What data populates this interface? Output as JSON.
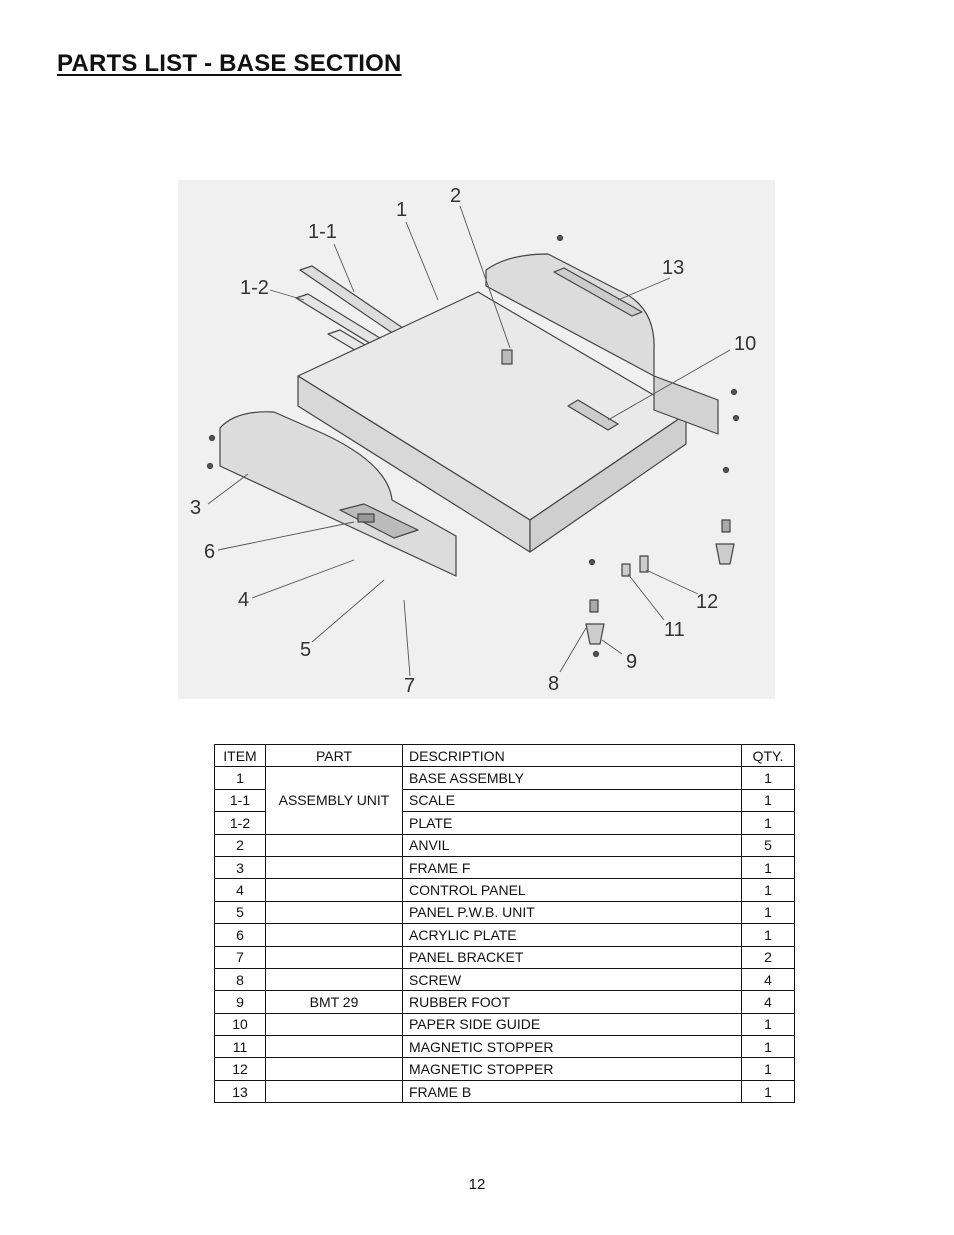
{
  "title": "PARTS LIST - BASE SECTION",
  "diagram": {
    "callouts": [
      "1",
      "1-1",
      "1-2",
      "2",
      "3",
      "4",
      "5",
      "6",
      "7",
      "8",
      "9",
      "10",
      "11",
      "12",
      "13"
    ]
  },
  "table": {
    "headers": {
      "item": "ITEM",
      "part": "PART",
      "description": "DESCRIPTION",
      "qty": "QTY."
    },
    "merged_part": "ASSEMBLY UNIT",
    "rows": [
      {
        "item": "1",
        "part": "",
        "description": "BASE ASSEMBLY",
        "qty": "1"
      },
      {
        "item": "1-1",
        "part": "",
        "description": "SCALE",
        "qty": "1"
      },
      {
        "item": "1-2",
        "part": "",
        "description": "PLATE",
        "qty": "1"
      },
      {
        "item": "2",
        "part": "",
        "description": "ANVIL",
        "qty": "5"
      },
      {
        "item": "3",
        "part": "",
        "description": "FRAME F",
        "qty": "1"
      },
      {
        "item": "4",
        "part": "",
        "description": "CONTROL PANEL",
        "qty": "1"
      },
      {
        "item": "5",
        "part": "",
        "description": "PANEL P.W.B. UNIT",
        "qty": "1"
      },
      {
        "item": "6",
        "part": "",
        "description": "ACRYLIC PLATE",
        "qty": "1"
      },
      {
        "item": "7",
        "part": "",
        "description": "PANEL BRACKET",
        "qty": "2"
      },
      {
        "item": "8",
        "part": "",
        "description": "SCREW",
        "qty": "4"
      },
      {
        "item": "9",
        "part": "BMT 29",
        "description": "RUBBER FOOT",
        "qty": "4"
      },
      {
        "item": "10",
        "part": "",
        "description": "PAPER SIDE GUIDE",
        "qty": "1"
      },
      {
        "item": "11",
        "part": "",
        "description": "MAGNETIC STOPPER",
        "qty": "1"
      },
      {
        "item": "12",
        "part": "",
        "description": "MAGNETIC STOPPER",
        "qty": "1"
      },
      {
        "item": "13",
        "part": "",
        "description": "FRAME B",
        "qty": "1"
      }
    ]
  },
  "page_number": "12"
}
